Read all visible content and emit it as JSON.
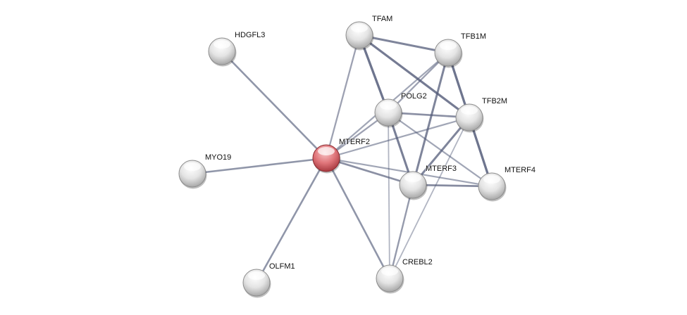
{
  "network": {
    "query_node": "MTERF2",
    "query_color": "#e06a6f",
    "node_color": "#e8e8e8",
    "edge_color": "#525a78",
    "nodes": [
      {
        "id": "HDGFL3",
        "label": "HDGFL3"
      },
      {
        "id": "TFAM",
        "label": "TFAM"
      },
      {
        "id": "TFB1M",
        "label": "TFB1M"
      },
      {
        "id": "POLG2",
        "label": "POLG2"
      },
      {
        "id": "TFB2M",
        "label": "TFB2M"
      },
      {
        "id": "MTERF2",
        "label": "MTERF2"
      },
      {
        "id": "MYO19",
        "label": "MYO19"
      },
      {
        "id": "MTERF3",
        "label": "MTERF3"
      },
      {
        "id": "MTERF4",
        "label": "MTERF4"
      },
      {
        "id": "OLFM1",
        "label": "OLFM1"
      },
      {
        "id": "CREBL2",
        "label": "CREBL2"
      }
    ],
    "edges": [
      {
        "a": "MTERF2",
        "b": "HDGFL3",
        "score": 0.6
      },
      {
        "a": "MTERF2",
        "b": "MYO19",
        "score": 0.6
      },
      {
        "a": "MTERF2",
        "b": "OLFM1",
        "score": 0.6
      },
      {
        "a": "MTERF2",
        "b": "CREBL2",
        "score": 0.6
      },
      {
        "a": "MTERF2",
        "b": "TFAM",
        "score": 0.5
      },
      {
        "a": "MTERF2",
        "b": "POLG2",
        "score": 0.5
      },
      {
        "a": "MTERF2",
        "b": "TFB1M",
        "score": 0.45
      },
      {
        "a": "MTERF2",
        "b": "TFB2M",
        "score": 0.45
      },
      {
        "a": "MTERF2",
        "b": "MTERF3",
        "score": 0.65
      },
      {
        "a": "MTERF2",
        "b": "MTERF4",
        "score": 0.45
      },
      {
        "a": "TFAM",
        "b": "TFB1M",
        "score": 0.75
      },
      {
        "a": "TFAM",
        "b": "POLG2",
        "score": 0.9
      },
      {
        "a": "TFAM",
        "b": "TFB2M",
        "score": 0.85
      },
      {
        "a": "TFB1M",
        "b": "POLG2",
        "score": 0.5
      },
      {
        "a": "TFB1M",
        "b": "MTERF3",
        "score": 0.75
      },
      {
        "a": "TFB1M",
        "b": "TFB2M",
        "score": 0.9
      },
      {
        "a": "POLG2",
        "b": "TFB2M",
        "score": 0.65
      },
      {
        "a": "POLG2",
        "b": "MTERF3",
        "score": 0.8
      },
      {
        "a": "POLG2",
        "b": "MTERF4",
        "score": 0.45
      },
      {
        "a": "POLG2",
        "b": "CREBL2",
        "score": 0.3
      },
      {
        "a": "TFB2M",
        "b": "MTERF3",
        "score": 0.75
      },
      {
        "a": "TFB2M",
        "b": "MTERF4",
        "score": 0.9
      },
      {
        "a": "TFB2M",
        "b": "CREBL2",
        "score": 0.3
      },
      {
        "a": "MTERF3",
        "b": "MTERF4",
        "score": 0.7
      },
      {
        "a": "MTERF3",
        "b": "CREBL2",
        "score": 0.55
      }
    ]
  }
}
